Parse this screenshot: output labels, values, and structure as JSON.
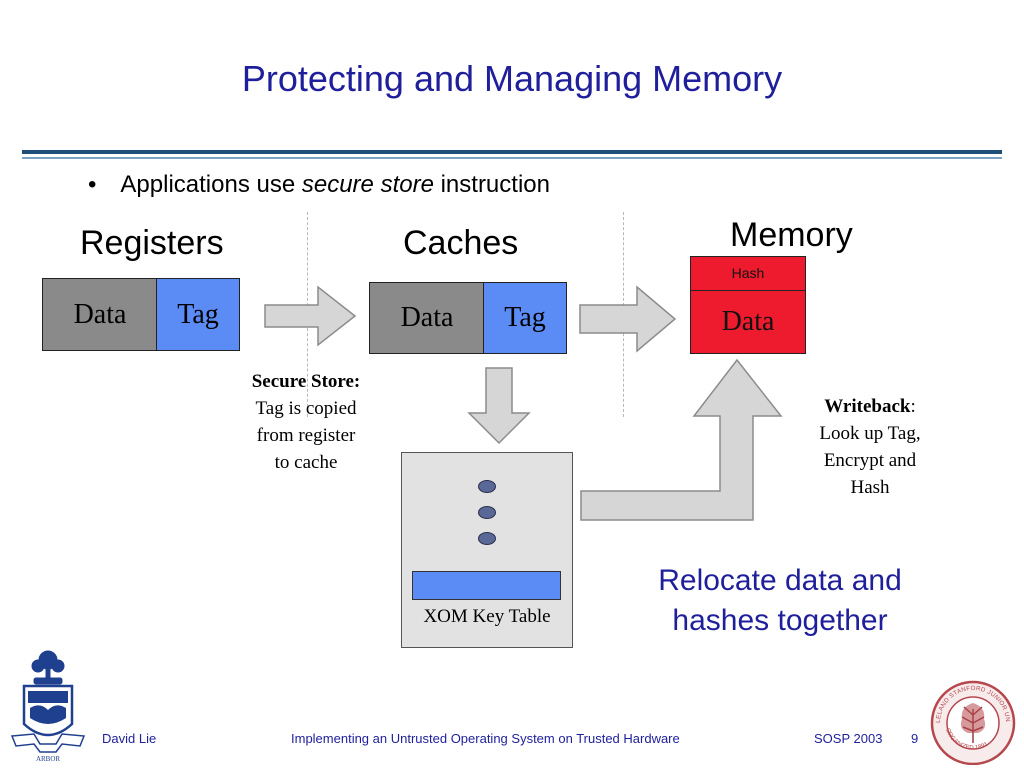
{
  "slide": {
    "title": "Protecting and Managing Memory",
    "bullet": {
      "prefix": "Applications use ",
      "emphasis": "secure store",
      "suffix": " instruction"
    }
  },
  "diagram": {
    "registers": {
      "heading": "Registers",
      "data_label": "Data",
      "tag_label": "Tag"
    },
    "caches": {
      "heading": "Caches",
      "data_label": "Data",
      "tag_label": "Tag"
    },
    "memory": {
      "heading": "Memory",
      "hash_label": "Hash",
      "data_label": "Data"
    },
    "secure_store_note": {
      "title": "Secure Store:",
      "lines": [
        "Tag is copied",
        "from register",
        "to cache"
      ]
    },
    "writeback_note": {
      "title": "Writeback",
      "colon": ":",
      "lines": [
        "Look up Tag,",
        "Encrypt and",
        "Hash"
      ]
    },
    "key_table": {
      "label": "XOM Key Table"
    },
    "relocate_note": [
      "Relocate data and",
      "hashes together"
    ]
  },
  "footer": {
    "author": "David Lie",
    "talk_title": "Implementing an Untrusted Operating System on Trusted Hardware",
    "venue": "SOSP 2003",
    "page_number": "9"
  },
  "logos": {
    "left": {
      "text": [
        "ARBOR"
      ]
    },
    "right": {
      "text": [
        "LELAND STANFORD JUNIOR UNIVERSITY",
        "ORGANIZED 1891"
      ]
    }
  },
  "colors": {
    "title": "#1f1f9c",
    "data_box": "#8a8a8a",
    "tag_box": "#5b8cf5",
    "memory_box": "#ee1b2e",
    "arrow_fill": "#d6d6d6",
    "arrow_stroke": "#8c8c8c"
  }
}
